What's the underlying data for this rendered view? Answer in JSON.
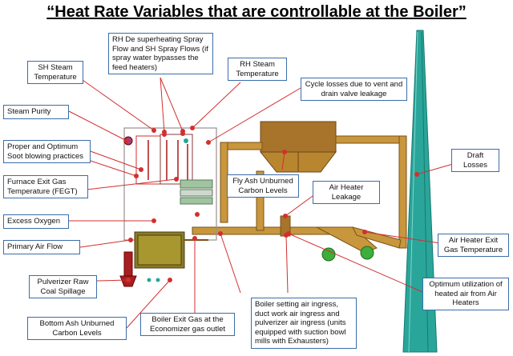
{
  "title": "“Heat Rate Variables that are controllable at the Boiler”",
  "labels": {
    "sh_steam_temp": "SH Steam Temperature",
    "rh_desuperheating": "RH De superheating Spray Flow and SH Spray Flows (if spray water bypasses the feed heaters)",
    "rh_steam_temp": "RH Steam Temperature",
    "cycle_losses": "Cycle losses due to vent and drain valve leakage",
    "steam_purity": "Steam Purity",
    "soot_blowing": "Proper and Optimum Soot blowing practices",
    "fegt": "Furnace Exit Gas Temperature (FEGT)",
    "fly_ash": "Fly Ash Unburned Carbon Levels",
    "air_heater_leakage": "Air Heater Leakage",
    "draft_losses": "Draft Losses",
    "excess_oxygen": "Excess Oxygen",
    "primary_air_flow": "Primary Air Flow",
    "air_heater_exit": "Air Heater Exit Gas Temperature",
    "pulverizer_spillage": "Pulverizer Raw Coal Spillage",
    "optimum_heated_air": "Optimum utilization of heated air from Air Heaters",
    "bottom_ash": "Bottom Ash Unburned Carbon Levels",
    "boiler_exit_gas": "Boiler Exit Gas at the Economizer gas outlet",
    "boiler_air_ingress": "Boiler setting air ingress, duct work air ingress and pulverizer air ingress (units equipped with suction bowl mills with Exhausters)"
  },
  "colors": {
    "box_border": "#3d6da8",
    "leader": "#d32f2f",
    "duct": "#b8862e",
    "stack": "#2aa59a",
    "fan": "#3cae3c",
    "furnace": "#7d6b6b"
  }
}
